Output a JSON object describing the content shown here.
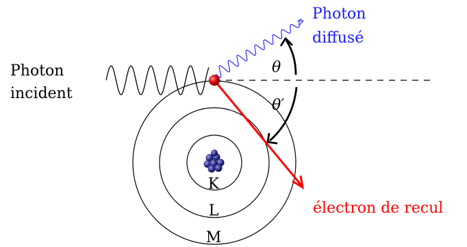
{
  "labels": {
    "incident_line1": "Photon",
    "incident_line2": "incident",
    "scattered_line1": "Photon",
    "scattered_line2": "diffusé",
    "theta": "θ",
    "theta_prime": "θ′",
    "recoil": "électron de recul",
    "shell_k": "K",
    "shell_l": "L",
    "shell_m": "M"
  },
  "colors": {
    "scattered": "#1a1aff",
    "recoil": "#ff0000",
    "ink": "#000000",
    "nucleus": "#2a2a8a"
  }
}
